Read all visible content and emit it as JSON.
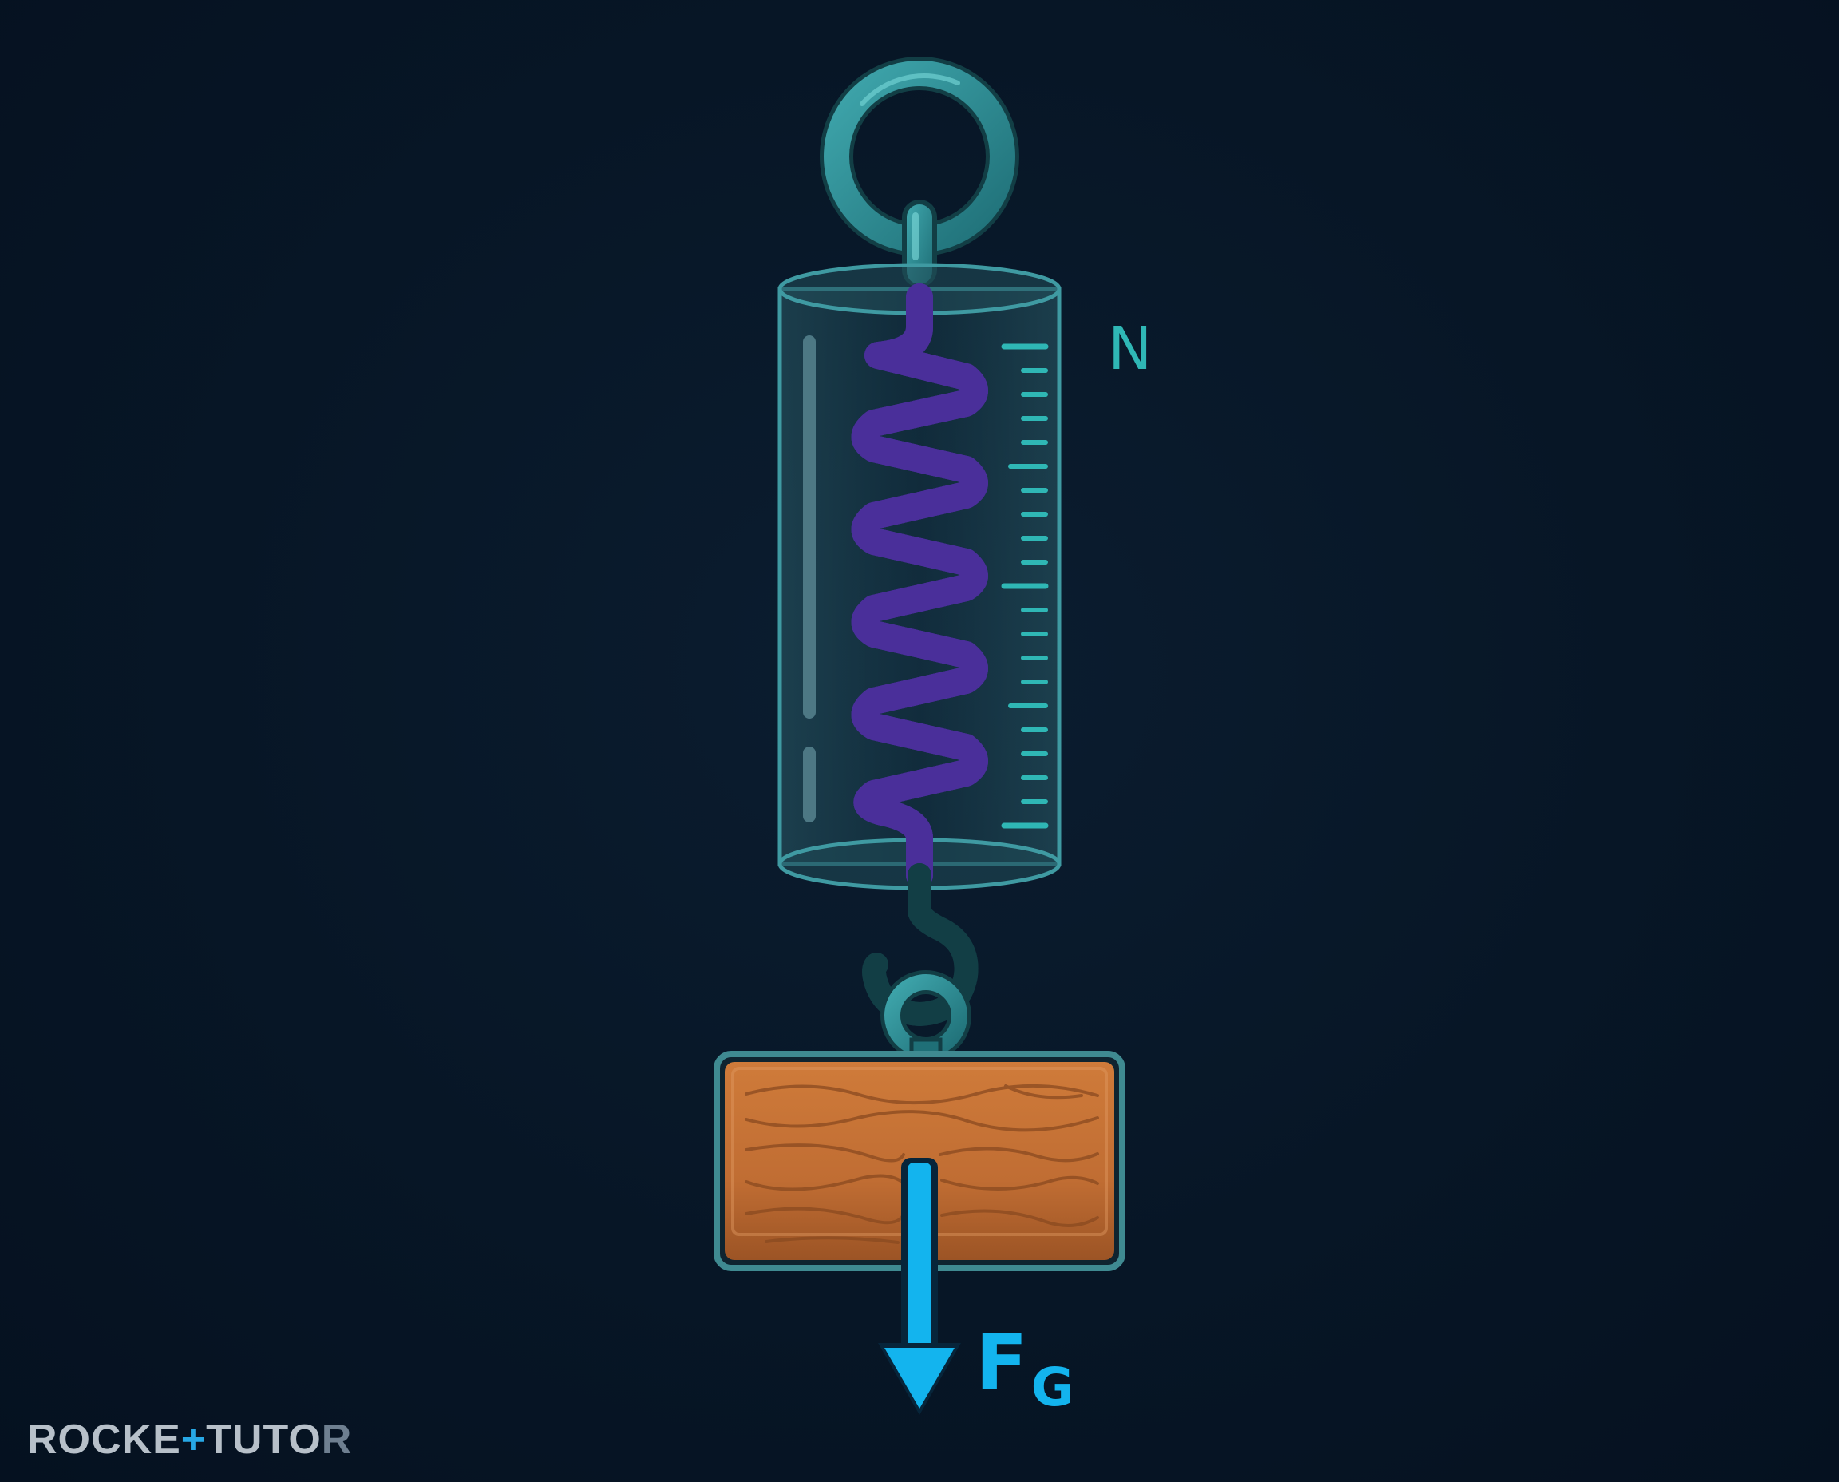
{
  "scale": {
    "unit_label": "N"
  },
  "force": {
    "label": "F",
    "subscript": "G"
  },
  "logo": {
    "part1": "ROCKE",
    "plus": "+",
    "part2": "TUTO",
    "tail": "R"
  },
  "colors": {
    "background": "#061424",
    "teal_metal": "#2a8a92",
    "teal_outline": "#1b5f67",
    "spring": "#9b6ff0",
    "scale_ticks": "#2fb7b5",
    "wood": "#c06d33",
    "force_arrow": "#13b4ee"
  }
}
